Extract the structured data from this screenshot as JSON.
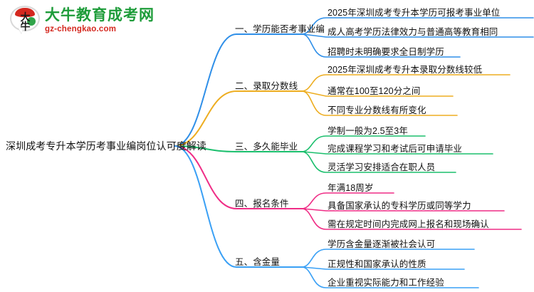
{
  "logo": {
    "badge_glyph_top": "大",
    "badge_glyph_bottom": "牛",
    "title": "大牛教育成考网",
    "subtitle": "gz-chengkao.com",
    "title_color": "#1e9c3a",
    "subtitle_color": "#d4281f"
  },
  "mindmap": {
    "root": "深圳成考专升本学历考事业编岗位认可度解读",
    "branches": [
      {
        "label": "一、学历能否考事业编",
        "color": "#2f8fe8",
        "leaves": [
          "2025年深圳成考专升本学历可报考事业单位",
          "成人高考学历法律效力与普通高等教育相同",
          "招聘时未明确要求全日制学历"
        ]
      },
      {
        "label": "二、录取分数线",
        "color": "#edad20",
        "leaves": [
          "2025年深圳成考专升本录取分数线较低",
          "通常在100至120分之间",
          "不同专业分数线有所变化"
        ]
      },
      {
        "label": "三、多久能毕业",
        "color": "#1bbf6d",
        "leaves": [
          "学制一般为2.5至3年",
          "完成课程学习和考试后可申请毕业",
          "灵活学习安排适合在职人员"
        ]
      },
      {
        "label": "四、报名条件",
        "color": "#ef2d86",
        "leaves": [
          "年满18周岁",
          "具备国家承认的专科学历或同等学力",
          "需在规定时间内完成网上报名和现场确认"
        ]
      },
      {
        "label": "五、含金量",
        "color": "#3aa0f5",
        "leaves": [
          "学历含金量逐渐被社会认可",
          "正规性和国家承认的性质",
          "企业重视实际能力和工作经验"
        ]
      }
    ]
  }
}
